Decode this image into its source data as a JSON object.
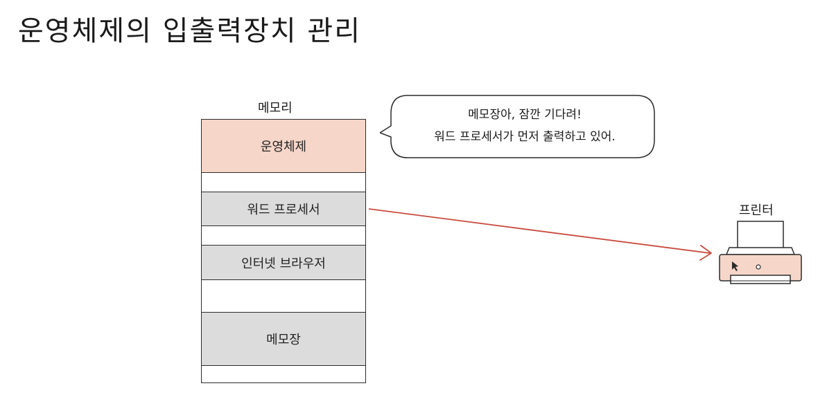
{
  "title": "운영체제의 입출력장치 관리",
  "memory": {
    "label": "메모리",
    "blocks": {
      "os": "운영체제",
      "word_processor": "워드 프로세서",
      "browser": "인터넷 브라우저",
      "notepad": "메모장"
    }
  },
  "speech_bubble": {
    "line1": "메모장아, 잠깐 기다려!",
    "line2": "워드 프로세서가 먼저 출력하고 있어."
  },
  "printer": {
    "label": "프린터",
    "icon": "printer-icon"
  },
  "colors": {
    "os_block": "#f5d6c8",
    "process_block": "#dcdcdc",
    "arrow": "#c94a3e"
  }
}
